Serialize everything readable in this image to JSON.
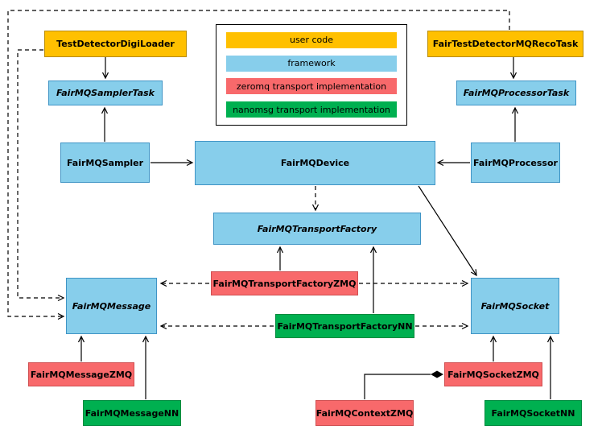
{
  "colors": {
    "user_code": "#FFC000",
    "framework": "#87CEEB",
    "zeromq": "#F8696B",
    "nanomsg": "#00B050"
  },
  "legend": {
    "items": [
      {
        "label": "user code",
        "color": "#FFC000"
      },
      {
        "label": "framework",
        "color": "#87CEEB"
      },
      {
        "label": "zeromq transport implementation",
        "color": "#F8696B"
      },
      {
        "label": "nanomsg transport implementation",
        "color": "#00B050"
      }
    ]
  },
  "nodes": {
    "test_detector_digi_loader": {
      "label": "TestDetectorDigiLoader",
      "category": "user_code",
      "abstract": false
    },
    "fair_test_detector_mq_reco_task": {
      "label": "FairTestDetectorMQRecoTask",
      "category": "user_code",
      "abstract": false
    },
    "fair_mq_sampler_task": {
      "label": "FairMQSamplerTask",
      "category": "framework",
      "abstract": true
    },
    "fair_mq_processor_task": {
      "label": "FairMQProcessorTask",
      "category": "framework",
      "abstract": true
    },
    "fair_mq_sampler": {
      "label": "FairMQSampler",
      "category": "framework",
      "abstract": false
    },
    "fair_mq_device": {
      "label": "FairMQDevice",
      "category": "framework",
      "abstract": false
    },
    "fair_mq_processor": {
      "label": "FairMQProcessor",
      "category": "framework",
      "abstract": false
    },
    "fair_mq_transport_factory": {
      "label": "FairMQTransportFactory",
      "category": "framework",
      "abstract": true
    },
    "fair_mq_transport_factory_zmq": {
      "label": "FairMQTransportFactoryZMQ",
      "category": "zeromq",
      "abstract": false
    },
    "fair_mq_transport_factory_nn": {
      "label": "FairMQTransportFactoryNN",
      "category": "nanomsg",
      "abstract": false
    },
    "fair_mq_message": {
      "label": "FairMQMessage",
      "category": "framework",
      "abstract": true
    },
    "fair_mq_socket": {
      "label": "FairMQSocket",
      "category": "framework",
      "abstract": true
    },
    "fair_mq_message_zmq": {
      "label": "FairMQMessageZMQ",
      "category": "zeromq",
      "abstract": false
    },
    "fair_mq_message_nn": {
      "label": "FairMQMessageNN",
      "category": "nanomsg",
      "abstract": false
    },
    "fair_mq_context_zmq": {
      "label": "FairMQContextZMQ",
      "category": "zeromq",
      "abstract": false
    },
    "fair_mq_socket_zmq": {
      "label": "FairMQSocketZMQ",
      "category": "zeromq",
      "abstract": false
    },
    "fair_mq_socket_nn": {
      "label": "FairMQSocketNN",
      "category": "nanomsg",
      "abstract": false
    }
  },
  "relations": [
    {
      "from": "TestDetectorDigiLoader",
      "to": "FairMQSamplerTask",
      "type": "inheritance",
      "style": "solid"
    },
    {
      "from": "FairTestDetectorMQRecoTask",
      "to": "FairMQProcessorTask",
      "type": "inheritance",
      "style": "solid"
    },
    {
      "from": "FairMQSampler",
      "to": "FairMQSamplerTask",
      "type": "association",
      "style": "solid"
    },
    {
      "from": "FairMQProcessor",
      "to": "FairMQProcessorTask",
      "type": "association",
      "style": "solid"
    },
    {
      "from": "FairMQSampler",
      "to": "FairMQDevice",
      "type": "inheritance",
      "style": "solid"
    },
    {
      "from": "FairMQProcessor",
      "to": "FairMQDevice",
      "type": "inheritance",
      "style": "solid"
    },
    {
      "from": "FairMQDevice",
      "to": "FairMQTransportFactory",
      "type": "dependency",
      "style": "dashed"
    },
    {
      "from": "FairMQDevice",
      "to": "FairMQSocket",
      "type": "association",
      "style": "solid"
    },
    {
      "from": "FairMQTransportFactoryZMQ",
      "to": "FairMQTransportFactory",
      "type": "inheritance",
      "style": "solid"
    },
    {
      "from": "FairMQTransportFactoryNN",
      "to": "FairMQTransportFactory",
      "type": "inheritance",
      "style": "solid"
    },
    {
      "from": "FairMQTransportFactoryZMQ",
      "to": "FairMQMessage",
      "type": "dependency",
      "style": "dashed"
    },
    {
      "from": "FairMQTransportFactoryZMQ",
      "to": "FairMQSocket",
      "type": "dependency",
      "style": "dashed"
    },
    {
      "from": "FairMQTransportFactoryNN",
      "to": "FairMQMessage",
      "type": "dependency",
      "style": "dashed"
    },
    {
      "from": "FairMQTransportFactoryNN",
      "to": "FairMQSocket",
      "type": "dependency",
      "style": "dashed"
    },
    {
      "from": "FairMQMessageZMQ",
      "to": "FairMQMessage",
      "type": "inheritance",
      "style": "solid"
    },
    {
      "from": "FairMQMessageNN",
      "to": "FairMQMessage",
      "type": "inheritance",
      "style": "solid"
    },
    {
      "from": "FairMQSocketZMQ",
      "to": "FairMQSocket",
      "type": "inheritance",
      "style": "solid"
    },
    {
      "from": "FairMQSocketNN",
      "to": "FairMQSocket",
      "type": "inheritance",
      "style": "solid"
    },
    {
      "from": "FairMQContextZMQ",
      "to": "FairMQSocketZMQ",
      "type": "composition",
      "style": "solid"
    },
    {
      "from": "TestDetectorDigiLoader",
      "to": "FairMQMessage",
      "type": "dependency",
      "style": "dashed"
    },
    {
      "from": "FairTestDetectorMQRecoTask",
      "to": "FairMQMessage",
      "type": "dependency",
      "style": "dashed"
    }
  ]
}
